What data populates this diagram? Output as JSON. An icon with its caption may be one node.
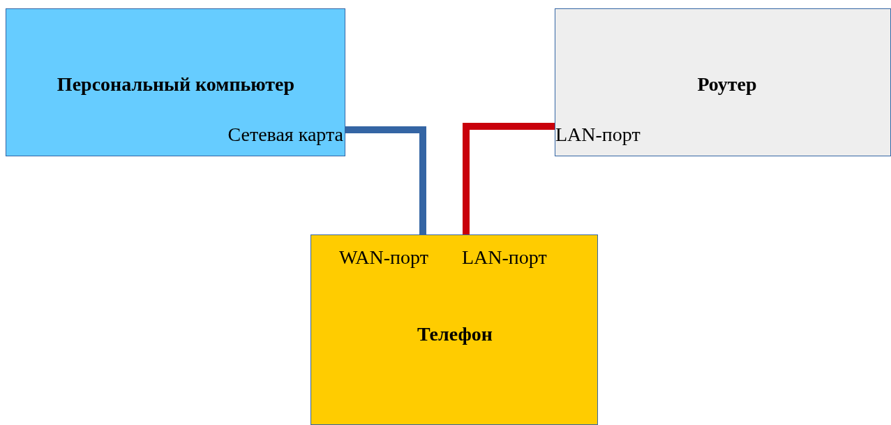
{
  "diagram": {
    "nodes": [
      {
        "text": [
          "Персональный компьютер",
          "Сетевая карта"
        ]
      },
      {
        "text": [
          "Роутер",
          "LAN-порт"
        ]
      },
      {
        "text": [
          "WAN-порт",
          "LAN-порт",
          "Телефон"
        ]
      }
    ],
    "edges": [
      {
        "from": 0,
        "to": 2,
        "arrow": "none",
        "color": "#3465a4"
      },
      {
        "from": 1,
        "to": 2,
        "arrow": "none",
        "color": "#c9000b"
      }
    ]
  }
}
